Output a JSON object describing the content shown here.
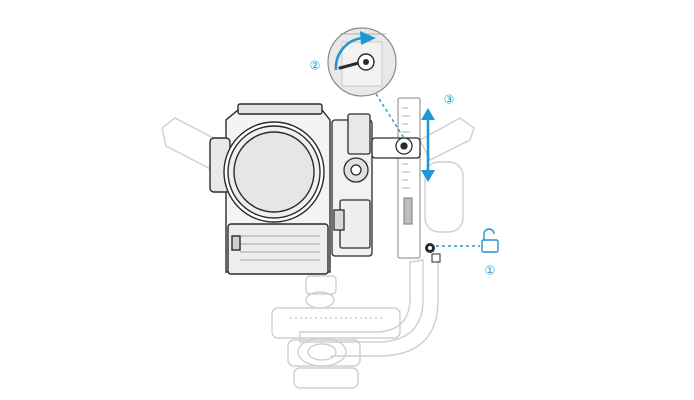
{
  "colors": {
    "accent": "#1f97d4",
    "line": "#2b2b2b",
    "mid_gray": "#9a9a9a",
    "light_gray": "#d7d7d7",
    "lens_fill": "#e6e6e6"
  },
  "callouts": [
    {
      "id": "step-1",
      "label": "①",
      "meaning": "unlock"
    },
    {
      "id": "step-2",
      "label": "②",
      "meaning": "rotate"
    },
    {
      "id": "step-3",
      "label": "③",
      "meaning": "slide"
    }
  ],
  "icons": {
    "unlock": "unlock-icon",
    "rotate_arrow": "rotate-arrow-icon",
    "slide_arrow": "double-arrow-icon"
  }
}
